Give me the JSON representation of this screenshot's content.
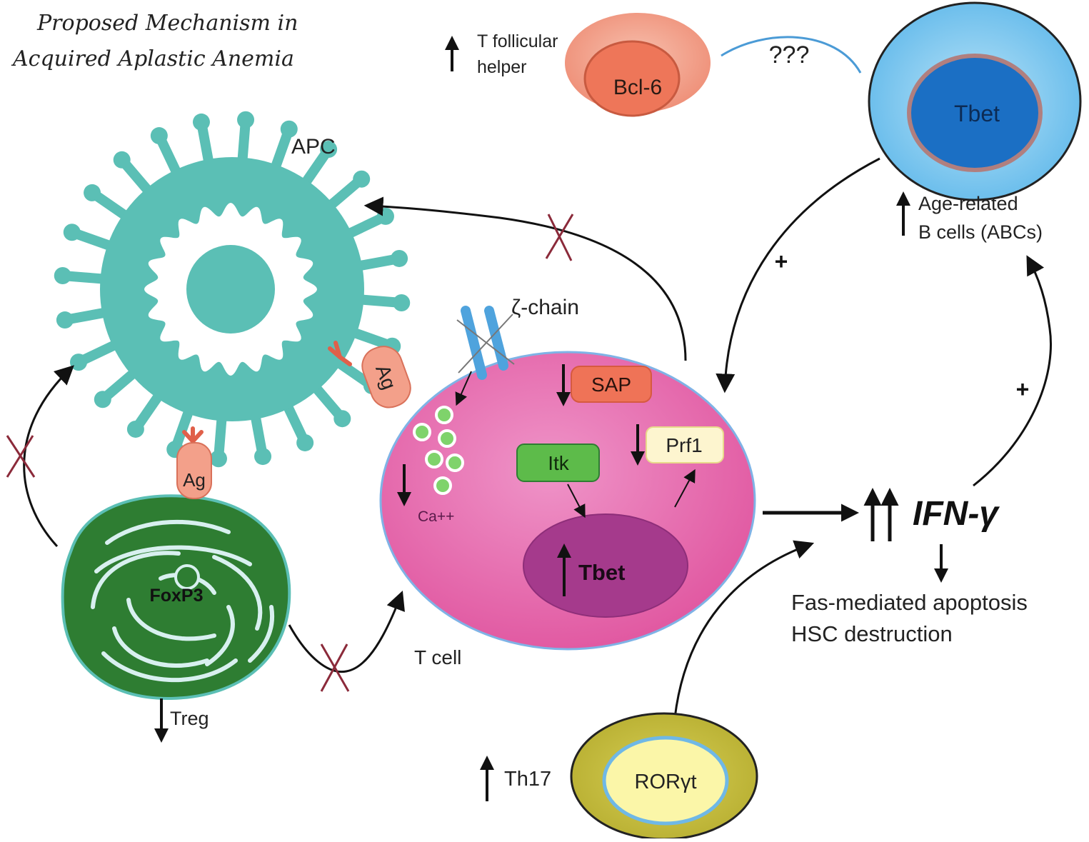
{
  "title": {
    "line1": "Proposed Mechanism in",
    "line2": "Acquired Aplastic Anemia"
  },
  "labels": {
    "apc": "APC",
    "ag": "Ag",
    "zeta_chain": "ζ-chain",
    "sap": "SAP",
    "prf1": "Prf1",
    "itk": "Itk",
    "tbet_tcell": "Tbet",
    "ca": "Ca++",
    "t_cell": "T cell",
    "foxp3": "FoxP3",
    "treg": "Treg",
    "tfh_line1": "T follicular",
    "tfh_line2": "helper",
    "bcl6": "Bcl-6",
    "unknown": "???",
    "tbet_abc": "Tbet",
    "abc_line1": "Age-related",
    "abc_line2": "B cells (ABCs)",
    "plus": "+",
    "ifn": "IFN-γ",
    "outcome_line1": "Fas-mediated apoptosis",
    "outcome_line2": "HSC destruction",
    "th17": "Th17",
    "rorgt": "RORγt"
  },
  "colors": {
    "apc_teal": "#5bbfb5",
    "tcell_pink": "#e46bb0",
    "tcell_nucleus": "#a53a8c",
    "treg_green": "#2e7d32",
    "bcl6_outer": "#f09a84",
    "bcl6_inner": "#ef7357",
    "abc_outer": "#7cc7ef",
    "abc_inner": "#1b6fc4",
    "th17_outer": "#c2b83a",
    "th17_inner": "#fbf6a8",
    "itk_green": "#5dbb4a",
    "sap_salmon": "#ef7357",
    "prf1_cream": "#fdf5cf",
    "inhibition_x": "#8b2a3a",
    "arrow": "#111111"
  }
}
